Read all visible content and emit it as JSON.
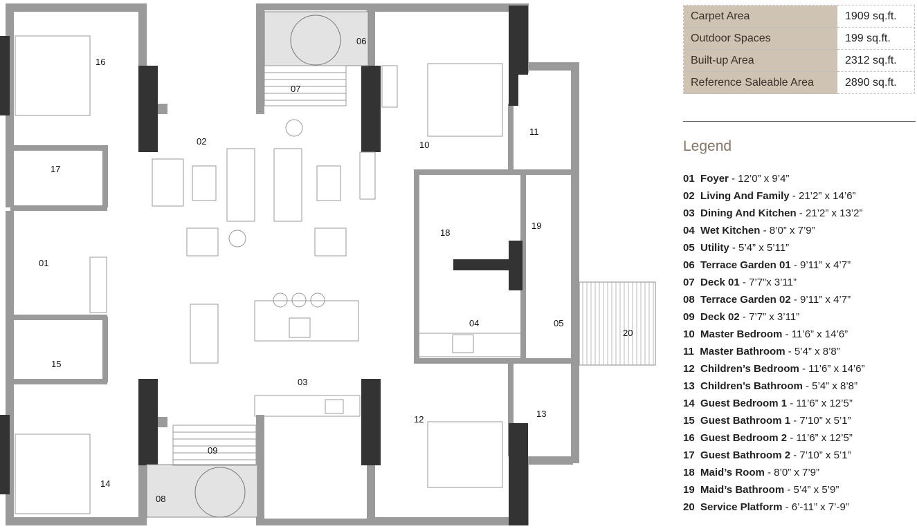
{
  "areas": [
    {
      "label": "Carpet Area",
      "value": "1909 sq.ft."
    },
    {
      "label": "Outdoor Spaces",
      "value": "199 sq.ft."
    },
    {
      "label": "Built-up Area",
      "value": "2312 sq.ft."
    },
    {
      "label": "Reference Saleable Area",
      "value": "2890 sq.ft."
    }
  ],
  "legend": {
    "title": "Legend",
    "items": [
      {
        "num": "01",
        "name": "Foyer",
        "dim": " - 12’0” x 9’4”"
      },
      {
        "num": "02",
        "name": "Living And Family",
        "dim": " - 21’2” x 14’6”"
      },
      {
        "num": "03",
        "name": "Dining And Kitchen",
        "dim": " - 21’2” x 13’2”"
      },
      {
        "num": "04",
        "name": "Wet Kitchen",
        "dim": " - 8’0” x 7’9”"
      },
      {
        "num": "05",
        "name": "Utility",
        "dim": " -  5’4” x 5’11”"
      },
      {
        "num": "06",
        "name": "Terrace Garden 01",
        "dim": " -  9’11” x 4’7”"
      },
      {
        "num": "07",
        "name": "Deck 01",
        "dim": " - 7’7”x 3’11”"
      },
      {
        "num": "08",
        "name": "Terrace Garden 02",
        "dim": " -  9’11” x 4’7”"
      },
      {
        "num": "09",
        "name": "Deck 02",
        "dim": " - 7’7” x 3’11”"
      },
      {
        "num": "10",
        "name": "Master Bedroom",
        "dim": " - 11’6” x 14’6”"
      },
      {
        "num": "11",
        "name": "Master Bathroom",
        "dim": " - 5’4” x 8’8”"
      },
      {
        "num": "12",
        "name": "Children’s Bedroom",
        "dim": " - 11’6” x 14’6”"
      },
      {
        "num": "13",
        "name": "Children’s Bathroom",
        "dim": " - 5’4” x 8’8”"
      },
      {
        "num": "14",
        "name": "Guest Bedroom 1",
        "dim": " - 11’6” x 12’5”"
      },
      {
        "num": "15",
        "name": "Guest Bathroom 1",
        "dim": " - 7’10” x 5’1”"
      },
      {
        "num": "16",
        "name": "Guest Bedroom 2",
        "dim": " - 11’6” x 12’5”"
      },
      {
        "num": "17",
        "name": "Guest Bathroom 2",
        "dim": " - 7’10” x 5’1”"
      },
      {
        "num": "18",
        "name": "Maid’s Room",
        "dim": " - 8’0” x 7’9”"
      },
      {
        "num": "19",
        "name": "Maid’s Bathroom",
        "dim": " - 5’4” x 5’9”"
      },
      {
        "num": "20",
        "name": "Service Platform",
        "dim": " - 6’-11” x 7’-9”"
      }
    ]
  },
  "plan": {
    "rooms": [
      "01",
      "02",
      "03",
      "04",
      "05",
      "06",
      "07",
      "08",
      "09",
      "10",
      "11",
      "12",
      "13",
      "14",
      "15",
      "16",
      "17",
      "18",
      "19",
      "20"
    ]
  }
}
